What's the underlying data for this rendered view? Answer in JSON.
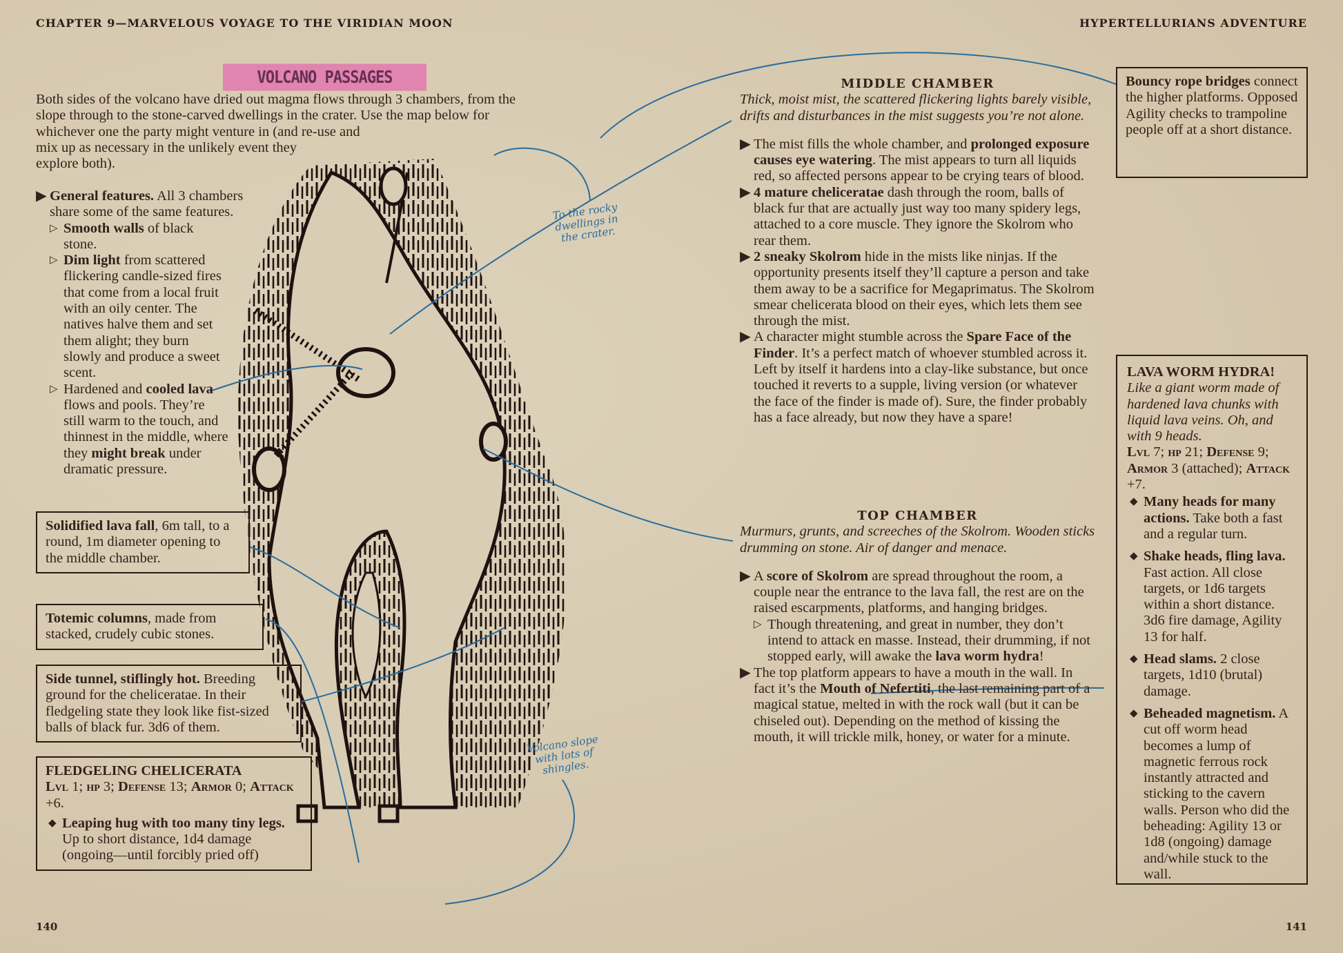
{
  "header": {
    "left": "CHAPTER 9—MARVELOUS VOYAGE TO THE VIRIDIAN MOON",
    "right": "HYPERTELLURIANS ADVENTURE"
  },
  "section_title": "VOLCANO PASSAGES",
  "intro_lines": [
    "Both sides of the volcano have dried out magma flows through 3 chambers, from the",
    "slope through to the stone-carved dwellings in the crater. Use the map below for",
    "whichever one the party might venture in (and re-use and",
    "mix up as necessary in the unlikely event they",
    "explore both)."
  ],
  "general": {
    "bold": "General features.",
    "text": " All 3 chambers share some of the same features.",
    "items": [
      {
        "b1": "Smooth walls",
        "t1": " of black stone."
      },
      {
        "b1": "Dim light",
        "t1": " from scattered flickering candle-sized fires that come from a local fruit with an oily center. The natives halve them and set them alight; they burn slowly and produce a sweet scent."
      },
      {
        "t0": "Hardened and ",
        "b1": "cooled lava",
        "t1": " flows and pools. They’re still warm to the touch, and thinnest in the middle, where they ",
        "b2": "might break",
        "t2": " under dramatic pressure."
      }
    ]
  },
  "callouts": {
    "lava_fall": {
      "bold": "Solidified lava fall",
      "text": ", 6m tall, to a round, 1m diameter opening to the middle chamber."
    },
    "totemic": {
      "bold": "Totemic columns",
      "text": ", made from stacked, crudely cubic stones."
    },
    "side_tunnel": {
      "bold": "Side tunnel, stiflingly hot.",
      "text": " Breeding ground for the cheliceratae. In their fledgeling state they look like fist-sized balls of black fur. 3d6 of them."
    },
    "bridges": {
      "bold": "Bouncy rope bridges",
      "text": " connect the higher platforms. Opposed Agility checks to trampoline people off at a short distance."
    }
  },
  "fledgeling": {
    "name": "FLEDGELING CHELICERATA",
    "lvl_label": "Lvl",
    "lvl": " 1; ",
    "hp_label": "hp",
    "hp": " 3; ",
    "def_label": "Defense",
    "def": " 13; ",
    "armor_label": "Armor",
    "armor": " 0;",
    "atk_label": "Attack",
    "atk": " +6.",
    "features": [
      {
        "bold": "Leaping hug with too many tiny legs.",
        "text": " Up to short distance, 1d4 damage (ongoing—until forcibly pried off)"
      }
    ]
  },
  "map_notes": {
    "crater": "To the rocky dwellings in the crater.",
    "slope": "Volcano slope with lots of shingles."
  },
  "middle": {
    "title": "MIDDLE CHAMBER",
    "intro": "Thick, moist mist, the scattered flickering lights barely visible, drifts and disturbances in the mist suggests you’re not alone.",
    "items": [
      {
        "t0": "The mist fills the whole chamber, and ",
        "b": "prolonged exposure causes eye watering",
        "t1": ". The mist appears to turn all liquids red, so affected persons appear to be crying tears of blood."
      },
      {
        "t0": "",
        "b": "4 mature cheliceratae",
        "t1": " dash through the room, balls of black fur that are actually just way too many spidery legs, attached to a core muscle. They ignore the Skolrom who rear them."
      },
      {
        "t0": "",
        "b": "2 sneaky Skolrom",
        "t1": " hide in the mists like ninjas. If the opportunity presents itself they’ll capture a person and take them away to be a sacrifice for Megaprimatus. The Skolrom smear chelicerata blood on their eyes, which lets them see through the mist."
      },
      {
        "t0": "A character might stumble across the ",
        "b": "Spare Face of the Finder",
        "t1": ". It’s a perfect match of whoever stumbled across it. Left by itself it hardens into a clay-like substance, but once touched it reverts to a supple, living version (or whatever the face of the finder is made of). Sure, the finder probably has a face already, but now they have a spare!"
      }
    ]
  },
  "top": {
    "title": "TOP CHAMBER",
    "intro": "Murmurs, grunts, and screeches of the Skolrom. Wooden sticks drumming on stone. Air of danger and menace.",
    "item1": {
      "t0": "A ",
      "b": "score of Skolrom",
      "t1": " are spread throughout the room, a couple near the entrance to the lava fall, the rest are on the raised escarpments, platforms, and hanging bridges."
    },
    "sub1": {
      "t0": "Though threatening, and great in number, they don’t intend to attack en masse. Instead, their drumming, if not stopped early, will awake the ",
      "b": "lava worm hydra",
      "t1": "!"
    },
    "item2": {
      "t0": "The top platform appears to have a mouth in the wall. In fact it’s the ",
      "b": "Mouth of Nefertiti",
      "t1": ", the last remaining part of a magical statue, melted in with the rock wall (but it can be chiseled out). Depending on the method of kissing the mouth, it will trickle milk, honey, or water for a minute."
    }
  },
  "hydra": {
    "name": "LAVA WORM HYDRA!",
    "desc": "Like a giant worm made of hardened lava chunks with liquid lava veins. Oh, and with 9 heads.",
    "lvl_label": "Lvl",
    "lvl": " 7; ",
    "hp_label": "hp",
    "hp": " 21; ",
    "def_label": "Defense",
    "def": " 9;",
    "armor_label": "Armor",
    "armor": " 3 (attached);",
    "atk_label": "Attack",
    "atk": " +7.",
    "features": [
      {
        "bold": "Many heads for many actions.",
        "text": " Take both a fast and a regular turn."
      },
      {
        "bold": "Shake heads, fling lava.",
        "text": " Fast action. All close targets, or 1d6 targets within a short distance. 3d6 fire damage, Agility 13 for half."
      },
      {
        "bold": "Head slams.",
        "text": " 2 close targets, 1d10 (brutal) damage."
      },
      {
        "bold": "Beheaded magnetism.",
        "text": " A cut off worm head becomes a lump of magnetic ferrous rock instantly attracted and sticking to the cavern walls. Person who did the beheading: Agility 13 or 1d8 (ongoing) damage and/while stuck to the wall."
      }
    ]
  },
  "page_numbers": {
    "left": "140",
    "right": "141"
  },
  "colors": {
    "paper": "#d7cbb3",
    "ink": "#35201b",
    "annotation": "#2a6c9c",
    "highlight": "#e27db0"
  }
}
